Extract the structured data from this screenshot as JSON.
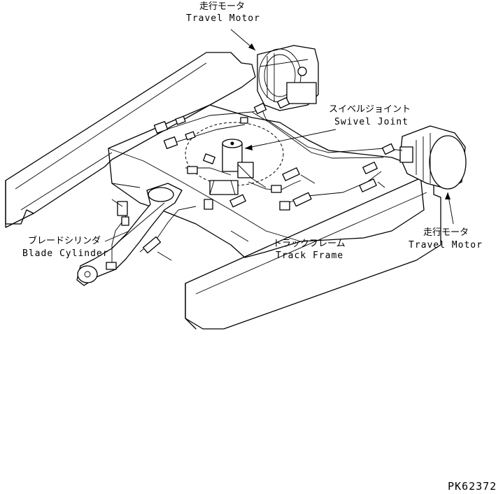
{
  "labels": {
    "travel_motor_top": {
      "jp": "走行モータ",
      "en": "Travel Motor"
    },
    "swivel_joint": {
      "jp": "スイベルジョイント",
      "en": "Swivel Joint"
    },
    "blade_cylinder": {
      "jp": "ブレードシリンダ",
      "en": "Blade Cylinder"
    },
    "track_frame": {
      "jp": "トラックフレーム",
      "en": "Track Frame"
    },
    "travel_motor_right": {
      "jp": "走行モータ",
      "en": "Travel Motor"
    }
  },
  "drawing_code": "PK62372"
}
